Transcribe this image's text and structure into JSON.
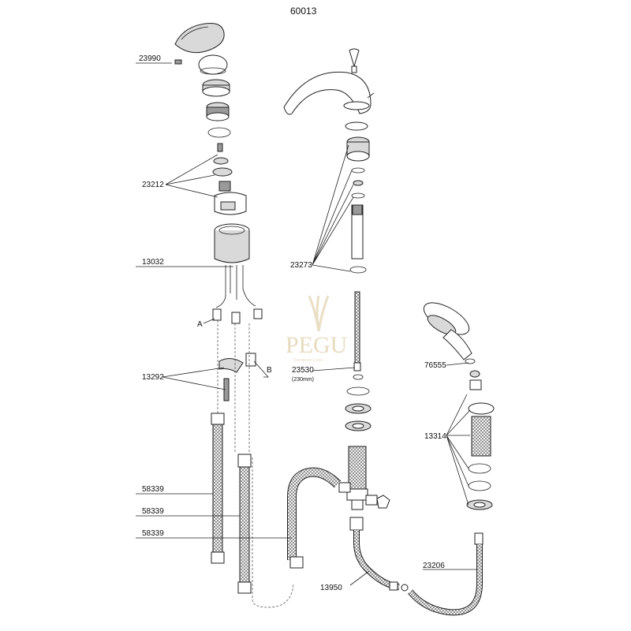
{
  "diagram": {
    "title": "60013",
    "part_labels": {
      "p23990": "23990",
      "p23212": "23212",
      "p13032": "13032",
      "p13292": "13292",
      "p58339a": "58339",
      "p58339b": "58339",
      "p58339c": "58339",
      "p23273": "23273",
      "p23530": "23530",
      "p23530_len": "(230mm)",
      "p76555": "76555",
      "p13314": "13314",
      "p23206": "23206",
      "p13950": "13950",
      "marker_a": "A",
      "marker_b": "B"
    },
    "watermark": {
      "brand": "PEGU",
      "tagline": "European Luxu"
    }
  }
}
